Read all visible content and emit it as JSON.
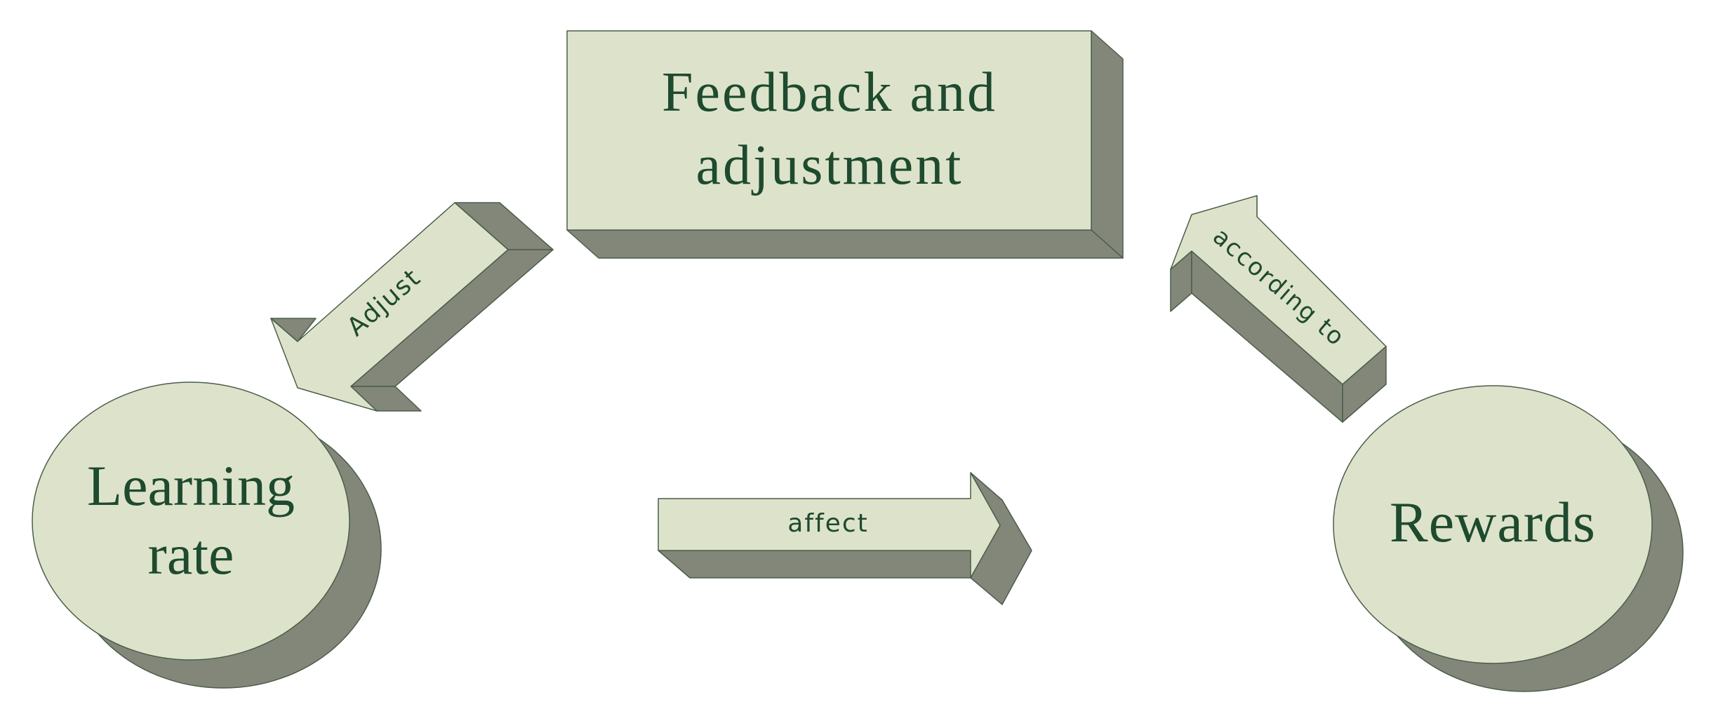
{
  "nodes": {
    "feedback": {
      "line1": "Feedback and",
      "line2": "adjustment"
    },
    "learning_rate": {
      "line1": "Learning",
      "line2": "rate"
    },
    "rewards": {
      "label": "Rewards"
    }
  },
  "arrows": {
    "adjust": "Adjust",
    "affect": "affect",
    "according_to": "according to"
  },
  "colors": {
    "face": "#dde3cb",
    "side": "#838779",
    "outline": "#4a5e4a",
    "text": "#1e4a2e"
  }
}
